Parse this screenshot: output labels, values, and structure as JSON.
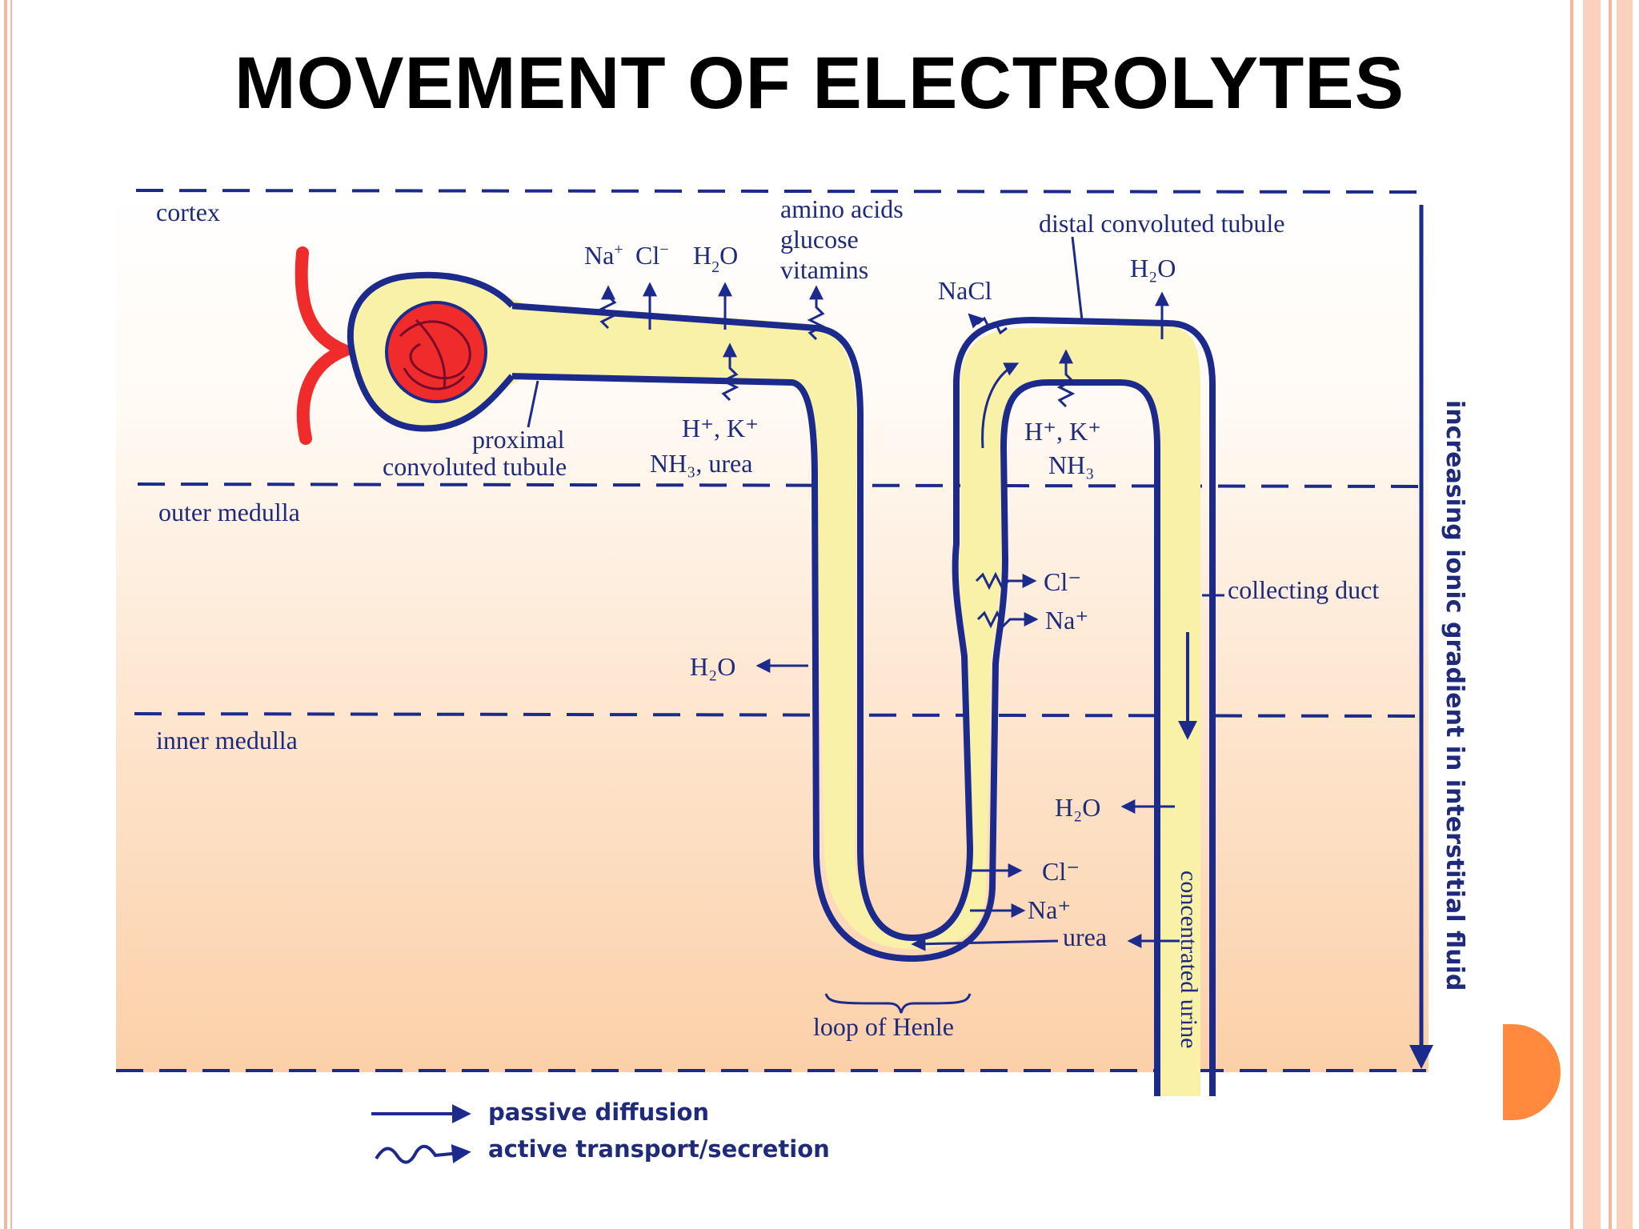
{
  "slide": {
    "title": "MOVEMENT OF ELECTROLYTES"
  },
  "colors": {
    "tubule_fill": "#f9f1a8",
    "tubule_stroke": "#1c2a8c",
    "vessel": "#ef2b2b",
    "background_top": "#ffffff",
    "background_bottom": "#fbd3ae",
    "accent_tab": "#ff8a3d",
    "frame": "#f7b79f"
  },
  "zones": {
    "cortex": "cortex",
    "outer_medulla": "outer medulla",
    "inner_medulla": "inner medulla"
  },
  "structures": {
    "proximal_line1": "proximal",
    "proximal_line2": "convoluted tubule",
    "distal": "distal convoluted tubule",
    "collecting_duct": "collecting duct",
    "loop": "loop of Henle",
    "urine": "concentrated urine",
    "gradient": "increasing ionic gradient in interstitial fluid"
  },
  "substances": {
    "pct_out_na": "Na",
    "pct_out_na_sup": "+",
    "pct_out_cl": "Cl",
    "pct_out_cl_sup": "−",
    "pct_out_h2o_h": "H",
    "pct_out_h2o_sub": "2",
    "pct_out_h2o_o": "O",
    "pct_out_nutrients_1": "amino acids",
    "pct_out_nutrients_2": "glucose",
    "pct_out_nutrients_3": "vitamins",
    "pct_in_1": "H⁺, K⁺",
    "pct_in_2": "NH₃, urea",
    "dct_out_nacl": "NaCl",
    "dct_out_h2o": "H₂O",
    "dct_in_1": "H⁺, K⁺",
    "dct_in_2": "NH₃",
    "thick_asc_cl": "Cl⁻",
    "thick_asc_na": "Na⁺",
    "desc_h2o": "H₂O",
    "cd_h2o": "H₂O",
    "thin_asc_cl": "Cl⁻",
    "thin_asc_na": "Na⁺",
    "urea": "urea"
  },
  "legend": {
    "passive": "passive diffusion",
    "active": "active transport/secretion"
  }
}
